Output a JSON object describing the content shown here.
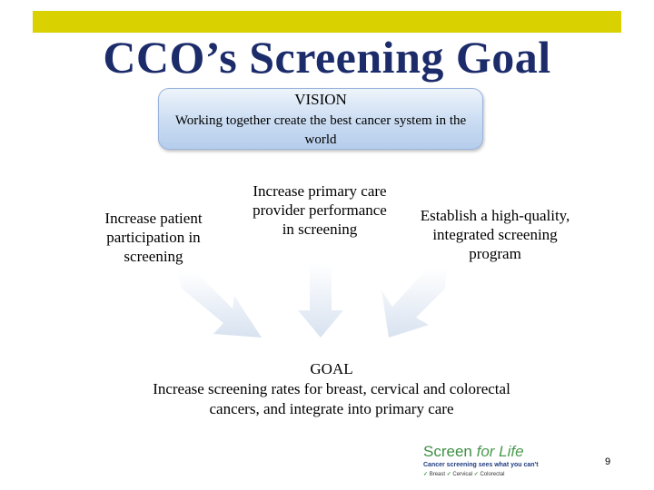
{
  "title": "CCO’s Screening Goal",
  "vision": {
    "heading": "VISION",
    "text": "Working together create the best cancer system in the world"
  },
  "strategies": [
    "Increase patient participation in screening",
    "Increase primary care provider performance in screening",
    "Establish a high-quality, integrated screening program"
  ],
  "goal": {
    "heading": "GOAL",
    "text": "Increase screening rates for breast, cervical and colorectal cancers, and integrate into primary care"
  },
  "logo": {
    "brand_a": "Screen",
    "brand_b": "for Life",
    "tagline": "Cancer screening sees what you can't",
    "items": [
      "Breast",
      "Cervical",
      "Colorectal"
    ]
  },
  "page_number": "9",
  "colors": {
    "top_bar": "#d9d200",
    "title": "#1c2c6a",
    "vision_box": "#cadcf2",
    "arrow": "#e4ebf5"
  }
}
